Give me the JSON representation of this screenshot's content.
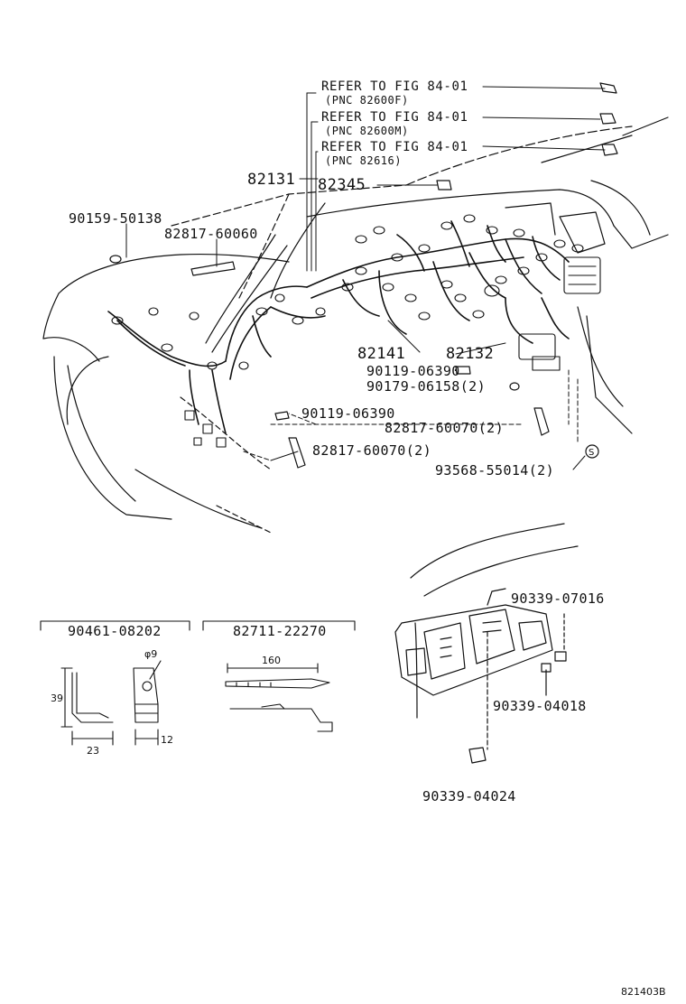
{
  "callouts": {
    "refer1_line1": "REFER TO FIG 84-01",
    "refer1_line2": "(PNC 82600F)",
    "refer2_line1": "REFER TO FIG 84-01",
    "refer2_line2": "(PNC 82600M)",
    "refer3_line1": "REFER TO FIG 84-01",
    "refer3_line2": "(PNC 82616)"
  },
  "parts": {
    "p82131": "82131",
    "p82345": "82345",
    "p9015950138": "90159-50138",
    "p8281760060": "82817-60060",
    "p82141": "82141",
    "p82132": "82132",
    "p9011906390a": "90119-06390",
    "p9017906158": "90179-06158(2)",
    "p9011906390b": "90119-06390",
    "p8281760070a": "82817-60070(2)",
    "p8281760070b": "82817-60070(2)",
    "p9356855014": "93568-55014(2)",
    "p9033907016": "90339-07016",
    "p9033904018": "90339-04018",
    "p9033904024": "90339-04024"
  },
  "details": {
    "clip_title": "90461-08202",
    "clip_dim_height": "39",
    "clip_dim_width": "23",
    "clip_dim_hole": "φ9",
    "clip_dim_side": "12",
    "tie_title": "82711-22270",
    "tie_dim_length": "160"
  },
  "symbols": {
    "circle_s": "S"
  },
  "footer": {
    "illustration_code": "821403B"
  }
}
